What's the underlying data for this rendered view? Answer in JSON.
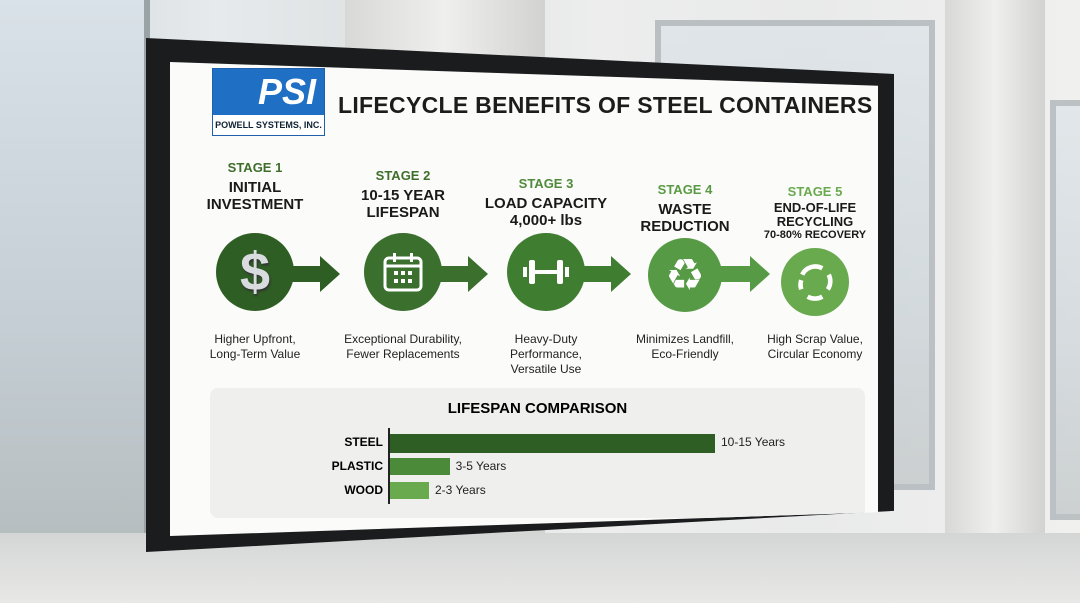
{
  "logo": {
    "text": "PSI",
    "subtext": "POWELL SYSTEMS, INC."
  },
  "title": "LIFECYCLE BENEFITS OF STEEL CONTAINERS",
  "colors": {
    "dark_green": "#2f5e25",
    "mid_green": "#3f7d31",
    "light_green": "#6aaa4f",
    "logo_blue": "#1f6fc4"
  },
  "stages": [
    {
      "label": "STAGE 1",
      "heading": [
        "INITIAL",
        "INVESTMENT"
      ],
      "icon": "dollar-sign-icon",
      "description": [
        "Higher Upfront,",
        "Long-Term Value"
      ]
    },
    {
      "label": "STAGE 2",
      "heading": [
        "10-15 YEAR",
        "LIFESPAN"
      ],
      "icon": "calendar-icon",
      "description": [
        "Exceptional Durability,",
        "Fewer Replacements"
      ]
    },
    {
      "label": "STAGE 3",
      "heading": [
        "LOAD CAPACITY",
        "4,000+ lbs"
      ],
      "icon": "dumbbell-icon",
      "description": [
        "Heavy-Duty",
        "Performance,",
        "Versatile Use"
      ]
    },
    {
      "label": "STAGE 4",
      "heading": [
        "WASTE",
        "REDUCTION"
      ],
      "icon": "recycle-icon",
      "description": [
        "Minimizes Landfill,",
        "Eco-Friendly"
      ]
    },
    {
      "label": "STAGE 5",
      "heading": [
        "END-OF-LIFE",
        "RECYCLING",
        "70-80% RECOVERY"
      ],
      "icon": "circular-arrows-icon",
      "description": [
        "High Scrap Value,",
        "Circular Economy"
      ]
    }
  ],
  "chart_data": {
    "type": "bar",
    "orientation": "horizontal",
    "title": "LIFESPAN COMPARISON",
    "categories": [
      "STEEL",
      "PLASTIC",
      "WOOD"
    ],
    "ranges": [
      [
        10,
        15
      ],
      [
        3,
        5
      ],
      [
        2,
        3
      ]
    ],
    "value_labels": [
      "10-15 Years",
      "3-5 Years",
      "2-3 Years"
    ],
    "colors": [
      "#2f5e25",
      "#4a8a39",
      "#6aaa4f"
    ],
    "unit": "Years"
  }
}
